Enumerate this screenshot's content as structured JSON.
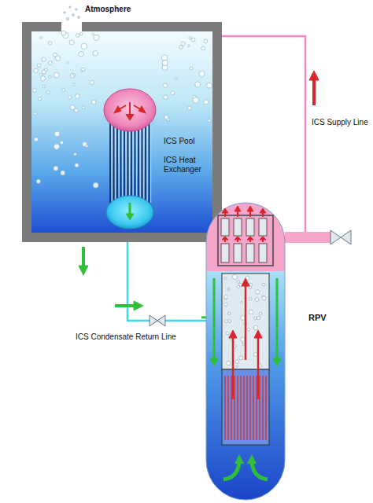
{
  "diagram": {
    "nodes": [
      {
        "text": [
          "ICS Pool"
        ]
      },
      {
        "text": [
          "ICS Heat Exchanger"
        ],
        "in": 0
      },
      {
        "text": [
          "RPV"
        ]
      }
    ],
    "edges": [
      {
        "from": 2,
        "to": 1,
        "arrow": "none",
        "label": "ICS Supply Line"
      },
      {
        "from": 1,
        "to": 2,
        "arrow": "none",
        "label": "ICS Condensate Return Line"
      }
    ],
    "labels": [
      "Atmosphere"
    ]
  }
}
